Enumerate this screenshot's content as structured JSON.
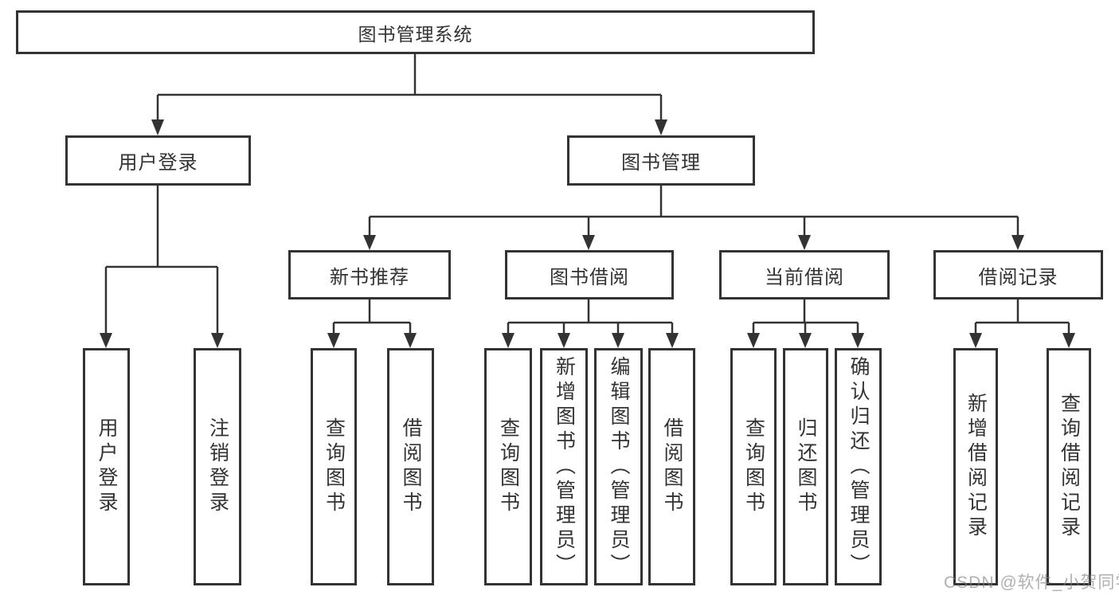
{
  "diagram": {
    "tree": {
      "label": "图书管理系统",
      "children": [
        {
          "label": "用户登录",
          "children": [
            {
              "label": "用户登录"
            },
            {
              "label": "注销登录"
            }
          ]
        },
        {
          "label": "图书管理",
          "children": [
            {
              "label": "新书推荐",
              "children": [
                {
                  "label": "查询图书"
                },
                {
                  "label": "借阅图书"
                }
              ]
            },
            {
              "label": "图书借阅",
              "children": [
                {
                  "label": "查询图书"
                },
                {
                  "label": "新增图书（管理员）"
                },
                {
                  "label": "编辑图书（管理员）"
                },
                {
                  "label": "借阅图书"
                }
              ]
            },
            {
              "label": "当前借阅",
              "children": [
                {
                  "label": "查询图书"
                },
                {
                  "label": "归还图书"
                },
                {
                  "label": "确认归还（管理员）"
                }
              ]
            },
            {
              "label": "借阅记录",
              "children": [
                {
                  "label": "新增借阅记录"
                },
                {
                  "label": "查询借阅记录"
                }
              ]
            }
          ]
        }
      ]
    },
    "colors": {
      "line": "#333333",
      "text": "#333333",
      "box_background": "#ffffff",
      "watermark": "#808080"
    }
  },
  "watermark": {
    "text": "CSDN @软件_小贺同学"
  }
}
